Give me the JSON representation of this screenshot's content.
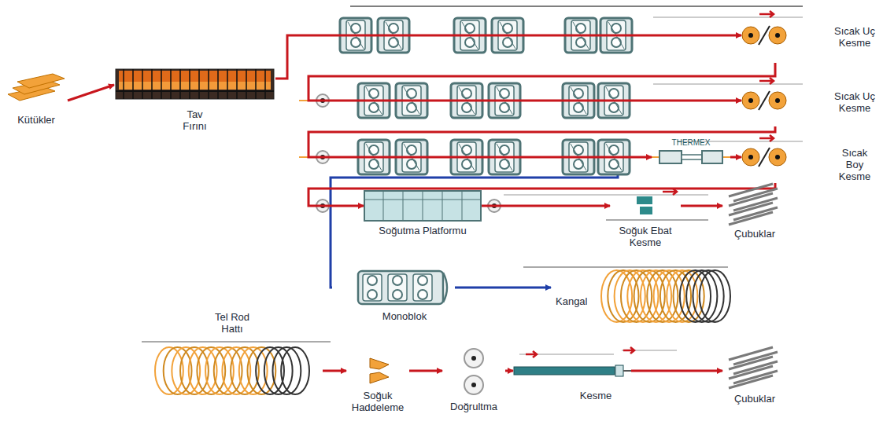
{
  "diagram": {
    "nodes": [
      {
        "text": [
          "Kütükler"
        ]
      },
      {
        "text": [
          "Tav Fırını"
        ]
      },
      {
        "text": [
          "Sıcak Uç Kesme"
        ]
      },
      {
        "text": [
          "Sıcak Uç Kesme"
        ]
      },
      {
        "text": [
          "Sıcak Boy Kesme"
        ]
      },
      {
        "text": [
          "THERMEX"
        ]
      },
      {
        "text": [
          "Soğutma Platformu"
        ]
      },
      {
        "text": [
          "Soğuk Ebat Kesme"
        ]
      },
      {
        "text": [
          "Çubuklar"
        ]
      },
      {
        "text": [
          "Monoblok"
        ]
      },
      {
        "text": [
          "Kangal"
        ]
      },
      {
        "text": [
          "Tel Rod Hattı"
        ]
      },
      {
        "text": [
          "Soğuk Haddeleme"
        ]
      },
      {
        "text": [
          "Doğrultma"
        ]
      },
      {
        "text": [
          "Kesme"
        ]
      },
      {
        "text": [
          "Çubuklar"
        ]
      }
    ],
    "edges": [
      {
        "from": 0,
        "to": 1,
        "arrow": "to"
      },
      {
        "from": 1,
        "to": 2,
        "arrow": "to"
      },
      {
        "from": 2,
        "to": 3,
        "arrow": "to"
      },
      {
        "from": 3,
        "to": 5,
        "arrow": "to"
      },
      {
        "from": 5,
        "to": 4,
        "arrow": "to"
      },
      {
        "from": 4,
        "to": 6,
        "arrow": "to"
      },
      {
        "from": 6,
        "to": 7,
        "arrow": "to"
      },
      {
        "from": 7,
        "to": 8,
        "arrow": "to"
      },
      {
        "from": 9,
        "to": 10,
        "arrow": "to"
      },
      {
        "from": 11,
        "to": 12,
        "arrow": "to"
      },
      {
        "from": 12,
        "to": 13,
        "arrow": "to"
      },
      {
        "from": 13,
        "to": 14,
        "arrow": "to"
      },
      {
        "from": 14,
        "to": 15,
        "arrow": "to"
      }
    ]
  }
}
